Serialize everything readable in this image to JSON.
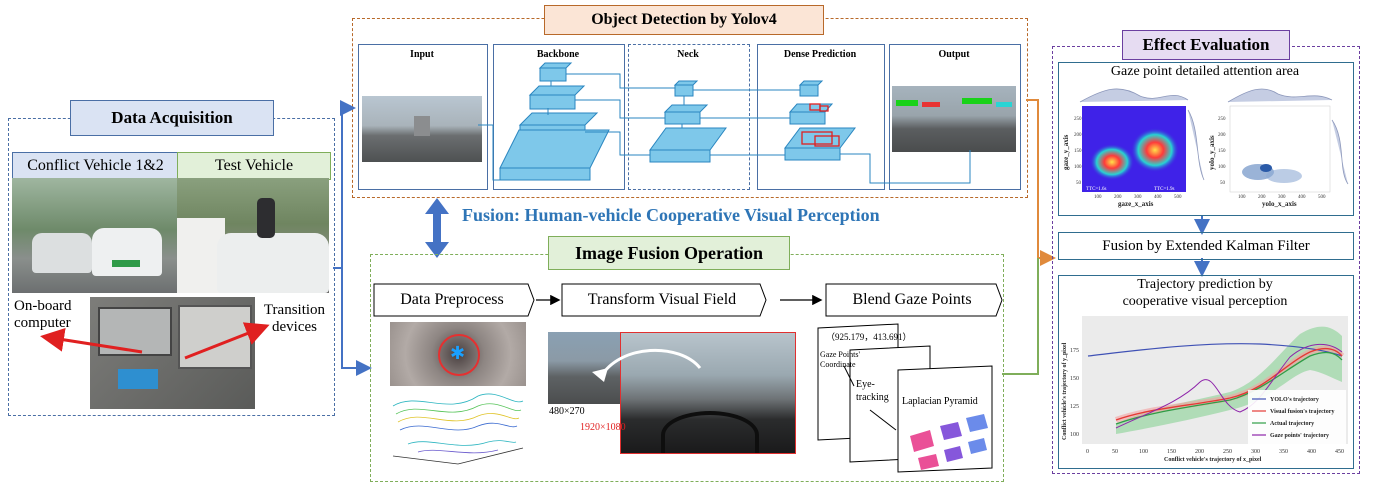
{
  "data_acquisition": {
    "title": "Data Acquisition",
    "conflict_vehicle_label": "Conflict Vehicle 1&2",
    "test_vehicle_label": "Test Vehicle",
    "onboard_label": "On-board\ncomputer",
    "transition_label": "Transition\ndevices"
  },
  "object_detection": {
    "title": "Object Detection by Yolov4",
    "stages": [
      "Input",
      "Backbone",
      "Neck",
      "Dense Prediction",
      "Output"
    ]
  },
  "fusion_caption": "Fusion: Human-vehicle Cooperative Visual Perception",
  "image_fusion": {
    "title": "Image Fusion Operation",
    "steps": [
      "Data Preprocess",
      "Transform Visual Field",
      "Blend Gaze Points"
    ],
    "size_small": "480×270",
    "size_large": "1920×1080",
    "coord_value": "（925.179，413.691）",
    "gaze_coord_label": "Gaze Points' Coordinate",
    "eye_tracking_label": "Eye-tracking",
    "laplacian_label": "Laplacian Pyramid"
  },
  "effect_evaluation": {
    "title": "Effect Evaluation",
    "gaze_area_title": "Gaze point detailed attention area",
    "left_xlabel": "gaze_x_axis",
    "left_ylabel": "gaze_y_axis",
    "right_xlabel": "yolo_x_axis",
    "right_ylabel": "yolo_y_axis",
    "ttc_left": "TTC=1.6s",
    "ttc_right": "TTC=1.9s",
    "ekf_title": "Fusion by Extended Kalman Filter",
    "traj_title_line1": "Trajectory prediction by",
    "traj_title_line2": "cooperative visual perception",
    "traj_xlabel": "Conflict vehicle's trajectory of x_pixel",
    "traj_ylabel": "Conflict vehicle's trajectory of y_pixel",
    "legend": [
      "YOLO's trajectory",
      "Visual fusion's trajectory",
      "Actual trajectory",
      "Gaze points' trajectory"
    ],
    "traj_xticks": [
      "0",
      "50",
      "100",
      "150",
      "200",
      "250",
      "300",
      "350",
      "400",
      "450"
    ],
    "traj_yticks": [
      "100",
      "125",
      "150",
      "175"
    ],
    "left_yticks": [
      "250",
      "200",
      "150",
      "100",
      "50"
    ],
    "left_xticks": [
      "100",
      "200",
      "300",
      "400",
      "500"
    ],
    "right_yticks": [
      "250",
      "200",
      "150",
      "100",
      "50"
    ],
    "right_xticks": [
      "100",
      "200",
      "300",
      "400",
      "500"
    ]
  },
  "colors": {
    "acq_border": "#4a6fa5",
    "det_border": "#b8692a",
    "fusion_border": "#7fae5a",
    "eval_border": "#6b3fa0",
    "arrow_blue": "#4472c4",
    "caption_blue": "#2e75b6"
  }
}
